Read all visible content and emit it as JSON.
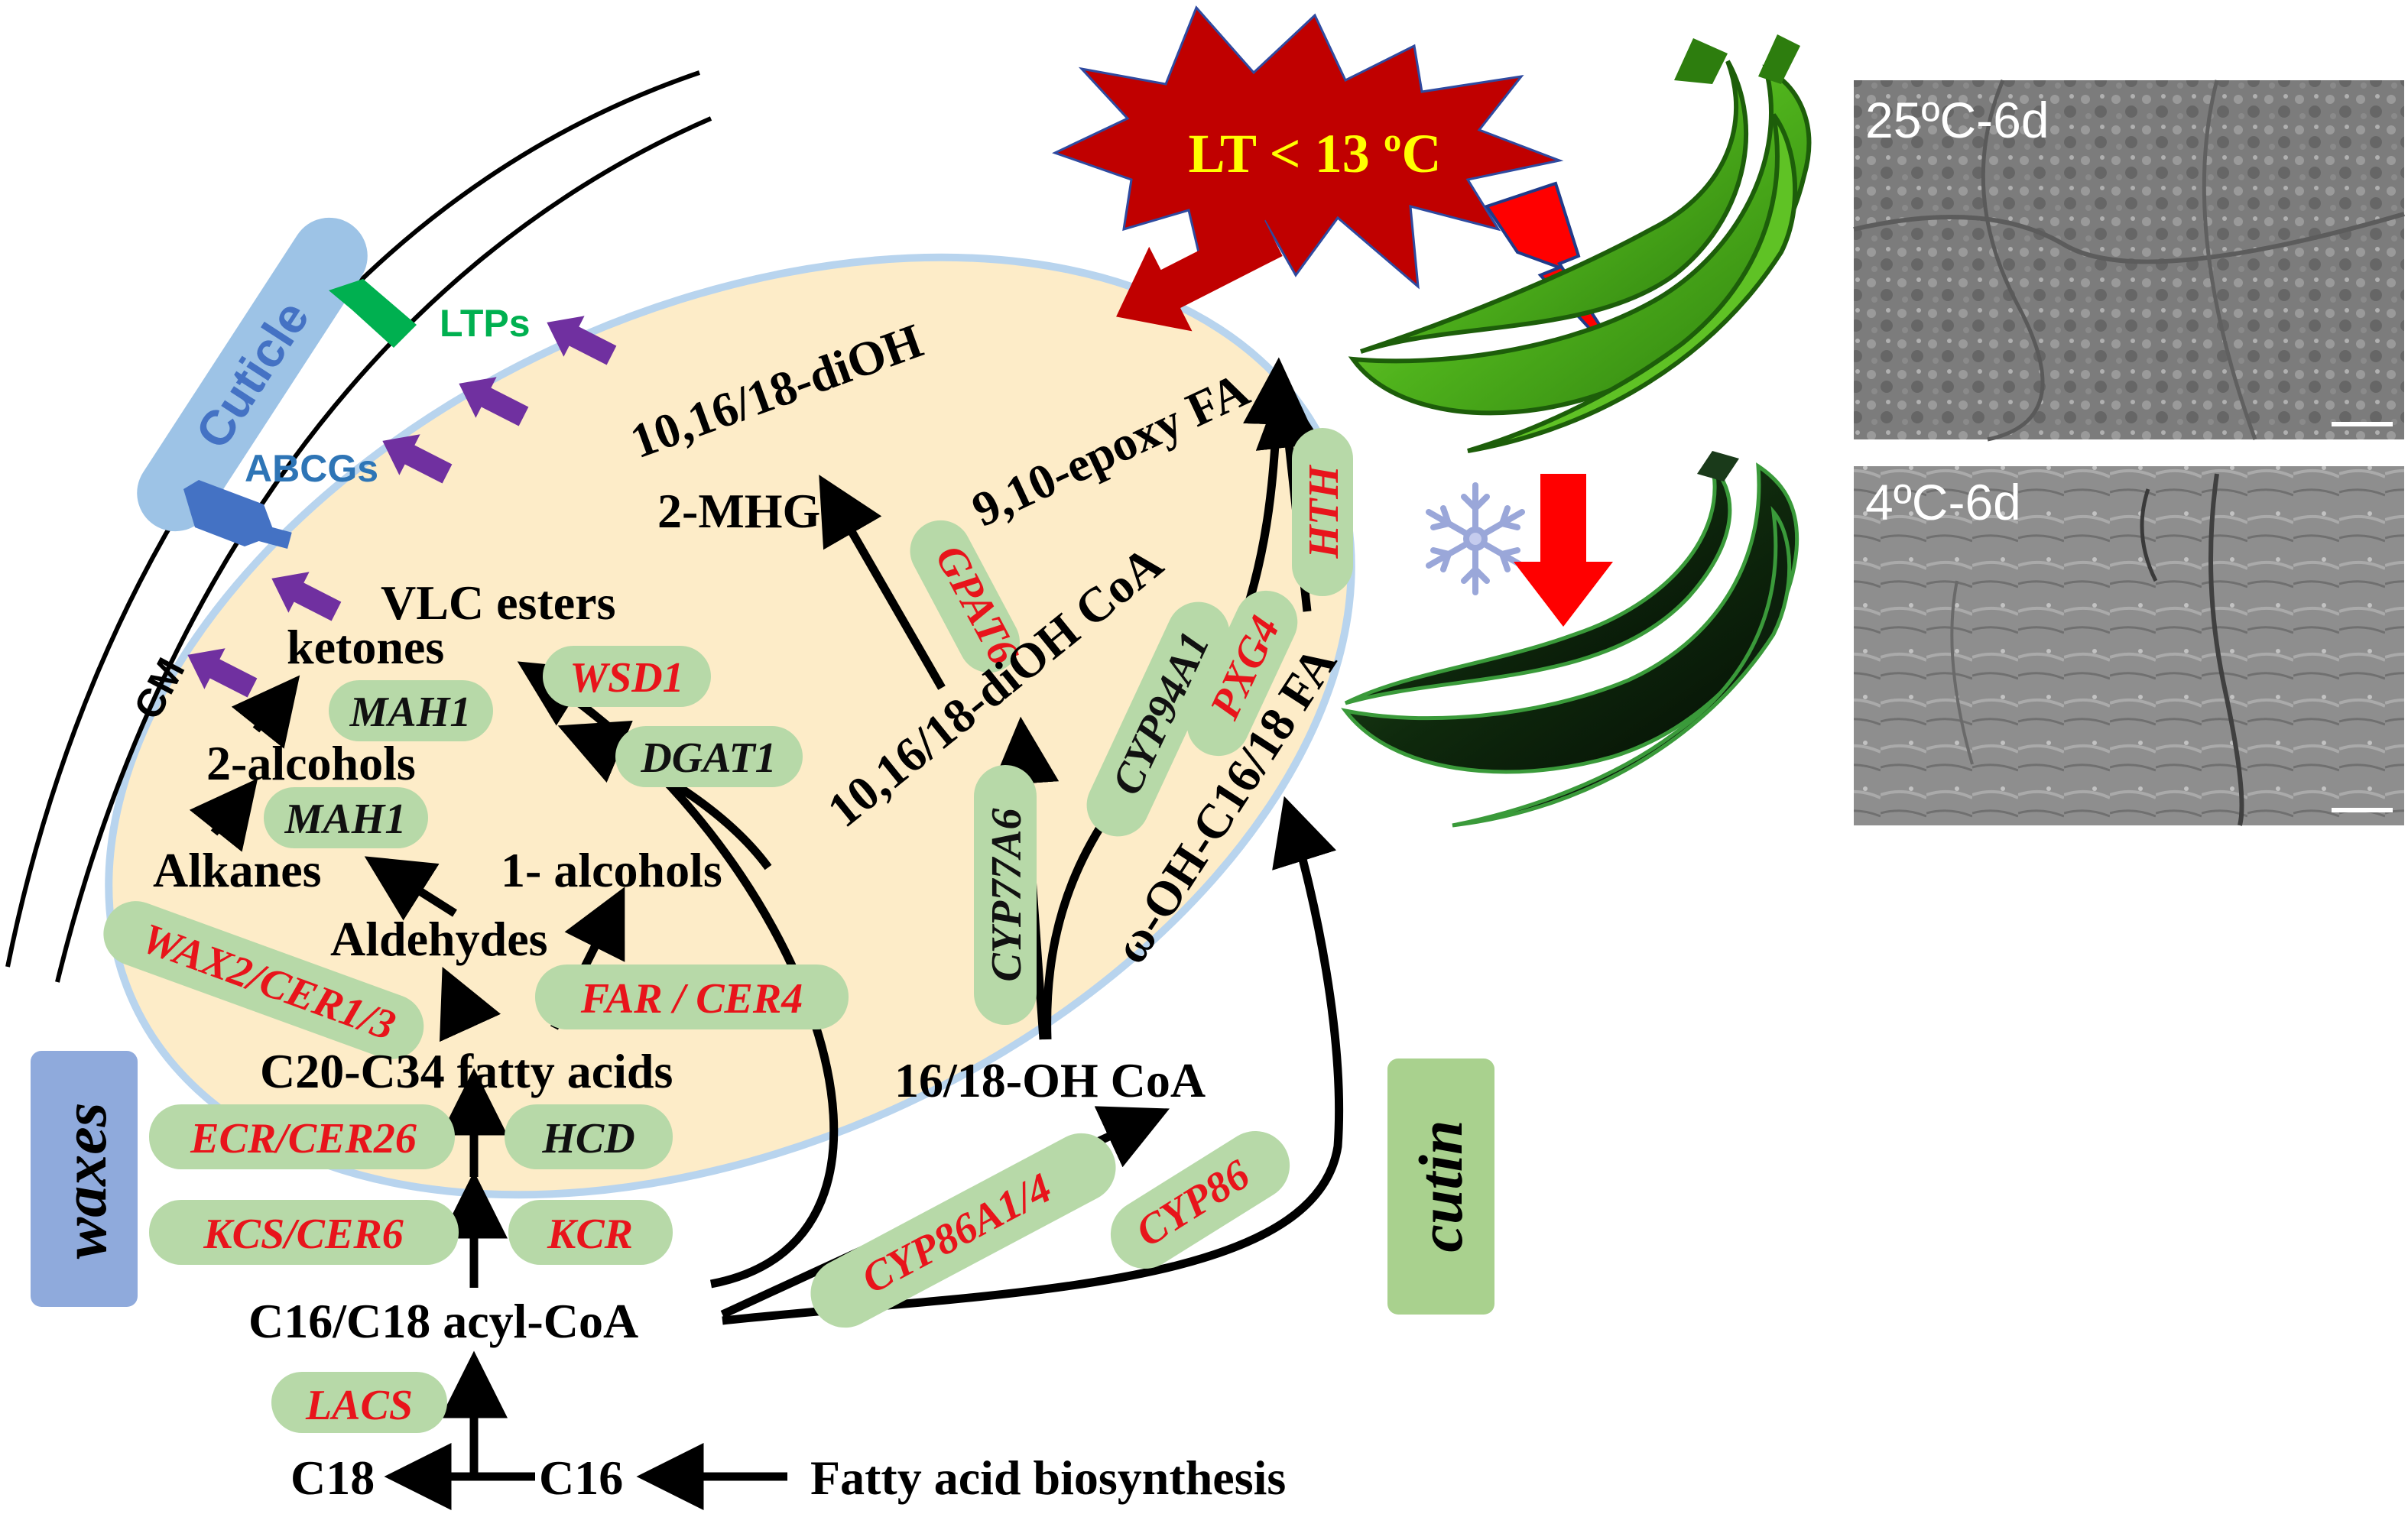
{
  "labels": {
    "cuticle": "Cuticle",
    "cm": "CM",
    "ltps": "LTPs",
    "abcgs": "ABCGs",
    "waxes": "waxes",
    "cutin": "cutin",
    "lt_burst": "LT < 13 ºC",
    "sem_top": "25ºC-6d",
    "sem_bottom": "4ºC-6d"
  },
  "metabolites": {
    "fatty_acid_biosynthesis": "Fatty acid biosynthesis",
    "c16": "C16",
    "c18": "C18",
    "acyl_coa": "C16/C18 acyl-CoA",
    "c20_c34": "C20-C34 fatty acids",
    "aldehydes": "Aldehydes",
    "alkanes": "Alkanes",
    "alcohols_1": "1- alcohols",
    "alcohols_2": "2-alcohols",
    "ketones": "ketones",
    "vlc_esters": "VLC esters",
    "oh_coa": "16/18-OH CoA",
    "omega_oh": "ω-OH-C16/18 FA",
    "dioh_coa": "10,16/18-diOH CoA",
    "dioh": "10,16/18-diOH",
    "mhg": "2-MHG",
    "epoxy": "9,10-epoxy FA"
  },
  "genes": {
    "lacs": "LACS",
    "kcs_cer6": "KCS/CER6",
    "kcr": "KCR",
    "ecr_cer26": "ECR/CER26",
    "hcd": "HCD",
    "wax2_cer13": "WAX2/CER1/3",
    "far_cer4": "FAR / CER4",
    "mah1_a": "MAH1",
    "mah1_b": "MAH1",
    "wsd1": "WSD1",
    "dgat1": "DGAT1",
    "cyp86a14": "CYP86A1/4",
    "cyp86": "CYP86",
    "cyp77a6": "CYP77A6",
    "cyp94a1": "CYP94A1",
    "pxg4": "PXG4",
    "hth": "HTH",
    "gpat6": "GPAT6"
  },
  "colors": {
    "cell_fill": "#fdecc8",
    "cell_border": "#b8d4ee",
    "gene_pill": "#b7d9a8",
    "gene_red": "#e8141b",
    "cuticle_band": "#9dc3e6",
    "waxes_box": "#8faadc",
    "cutin_box": "#a9d18e",
    "burst_fill": "#c00000",
    "burst_text": "#ffff00",
    "purple_arrow": "#7030a0",
    "ltp_green": "#00b050",
    "abcg_blue": "#4472c4"
  }
}
